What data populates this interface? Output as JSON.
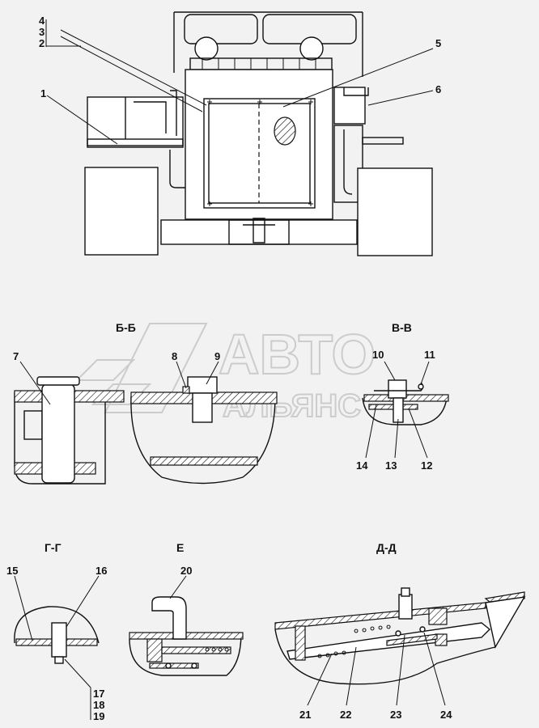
{
  "watermark": {
    "line1": "АВТО",
    "line2": "АЛЬЯНС"
  },
  "sections": {
    "b_b": "Б-Б",
    "v_v": "В-В",
    "g_g": "Г-Г",
    "e": "Е",
    "d_d": "Д-Д"
  },
  "callouts": [
    "1",
    "2",
    "3",
    "4",
    "5",
    "6",
    "7",
    "8",
    "9",
    "10",
    "11",
    "12",
    "13",
    "14",
    "15",
    "16",
    "17",
    "18",
    "19",
    "20",
    "21",
    "22",
    "23",
    "24"
  ]
}
